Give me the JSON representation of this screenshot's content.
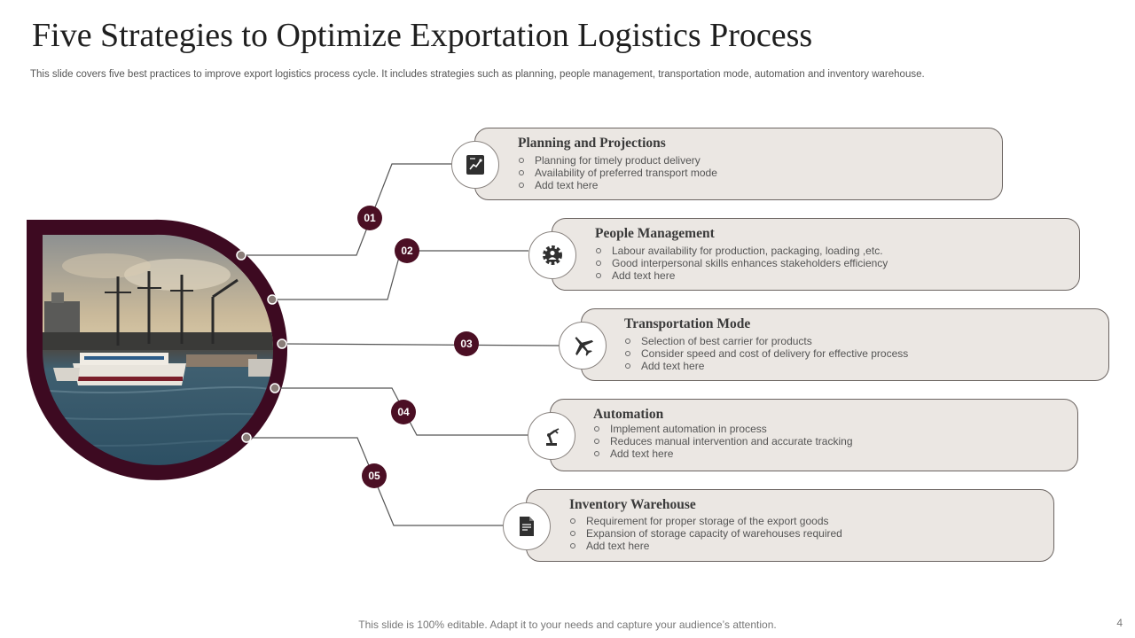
{
  "header": {
    "title": "Five Strategies to Optimize Exportation Logistics Process",
    "subtitle": "This slide covers five  best practices to improve export logistics process cycle. It includes strategies such as planning, people management, transportation mode, automation and inventory warehouse."
  },
  "strategies": [
    {
      "number": "01",
      "title": "Planning and Projections",
      "icon": "planning-chart-icon",
      "points": [
        "Planning for timely product delivery",
        "Availability of preferred transport mode",
        "Add text here"
      ]
    },
    {
      "number": "02",
      "title": "People Management",
      "icon": "gear-person-icon",
      "points": [
        "Labour availability for production, packaging, loading ,etc.",
        "Good interpersonal skills enhances stakeholders efficiency",
        "Add text here"
      ]
    },
    {
      "number": "03",
      "title": "Transportation Mode",
      "icon": "airplane-icon",
      "points": [
        "Selection of best carrier for products",
        "Consider speed and cost of delivery for effective process",
        "Add text here"
      ]
    },
    {
      "number": "04",
      "title": "Automation",
      "icon": "robotic-arm-icon",
      "points": [
        "Implement automation in process",
        " Reduces manual intervention and accurate tracking",
        "Add text here"
      ]
    },
    {
      "number": "05",
      "title": "Inventory Warehouse",
      "icon": "document-icon",
      "points": [
        "Requirement for proper storage of the export goods",
        " Expansion of storage capacity of warehouses required",
        "Add text here"
      ]
    }
  ],
  "footer": {
    "note": "This slide is 100% editable. Adapt it to your needs and capture your audience’s attention.",
    "page_number": "4"
  },
  "colors": {
    "accent": "#4b0f24",
    "card_bg": "#ebe7e3",
    "card_border": "#6b6461",
    "connector": "#555555"
  }
}
